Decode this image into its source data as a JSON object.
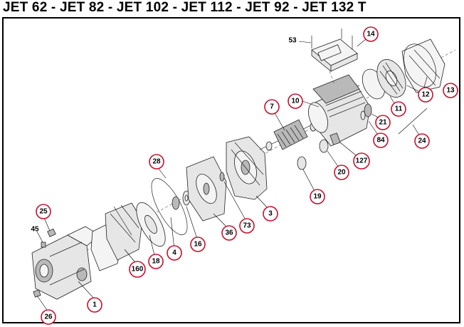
{
  "title": "JET 62 - JET 82 - JET 102 - JET 112 - JET 92 - JET 132 T",
  "callouts": {
    "c1": "1",
    "c3": "3",
    "c4": "4",
    "c7": "7",
    "c10": "10",
    "c11": "11",
    "c12": "12",
    "c13": "13",
    "c14": "14",
    "c16": "16",
    "c18": "18",
    "c19": "19",
    "c20": "20",
    "c21": "21",
    "c24": "24",
    "c25": "25",
    "c26": "26",
    "c28": "28",
    "c36": "36",
    "c73": "73",
    "c84": "84",
    "c127": "127",
    "c160": "160"
  },
  "plain_labels": {
    "p45": "45",
    "p53": "53"
  }
}
